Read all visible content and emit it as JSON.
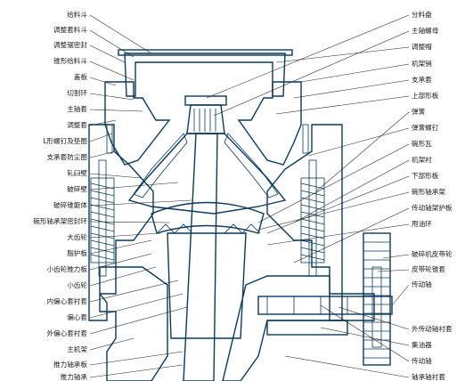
{
  "colors": {
    "metal": "#5aa7cf",
    "metal_dark": "#2f7fad",
    "outline": "#0a3a5c",
    "cavity": "#ffffff",
    "text": "#1a1a1a"
  },
  "labels_left": [
    "给料斗",
    "调整套料斗",
    "调整锯密封",
    "锥形给料斗",
    "盖板",
    "切割环",
    "主轴套",
    "调整套",
    "L形螺钉及垫圈",
    "支承套防尘圈",
    "轧臼壁",
    "破碎壁",
    "破碎锥躯体",
    "碗形轴承架密封环",
    "大齿轮",
    "脂护板",
    "小齿轮推力板",
    "小齿轮",
    "内偏心套衬套",
    "偏心套",
    "外偏心套衬套",
    "主机架",
    "推力轴承板",
    "推力轴承"
  ],
  "labels_right": [
    "分料盘",
    "主轴螺母",
    "调整帽",
    "机架销",
    "支承套",
    "上部形板",
    "弹簧",
    "弹簧螺钉",
    "碗形瓦",
    "机架衬",
    "下部形板",
    "碗形轴承架",
    "传动轴架护板",
    "甩油环",
    "破碎机皮带轮",
    "皮带轮锥套",
    "传动轴",
    "外传动轴衬套",
    "集油器",
    "传动轴",
    "轴承轴衬套"
  ]
}
